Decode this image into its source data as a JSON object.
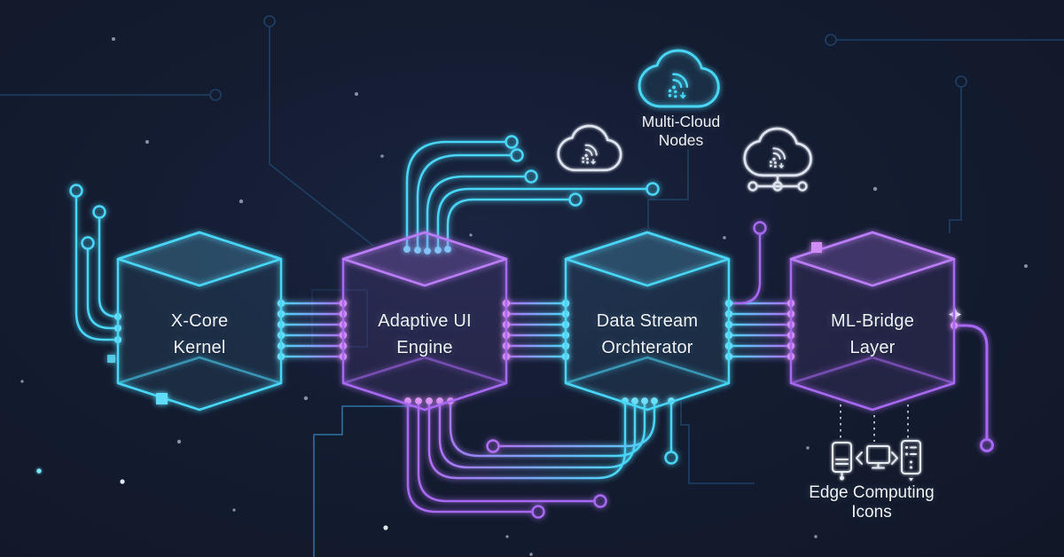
{
  "title": "Futuristic system architecture diagram",
  "colors": {
    "background": "#141c31",
    "cyan": "#49d6f6",
    "purple": "#a767f2",
    "pink": "#e08ff2",
    "white": "#e8edf3"
  },
  "nodes": [
    {
      "id": "x-core-kernel",
      "line1": "X-Core",
      "line2": "Kernel",
      "accent": "cyan"
    },
    {
      "id": "adaptive-ui-engine",
      "line1": "Adaptive UI",
      "line2": "Engine",
      "accent": "purple"
    },
    {
      "id": "data-stream-orchterator",
      "line1": "Data Stream",
      "line2": "Orchterator",
      "accent": "cyan"
    },
    {
      "id": "ml-bridge-layer",
      "line1": "ML-Bridge",
      "line2": "Layer",
      "accent": "purple"
    }
  ],
  "labels": {
    "multi_cloud": {
      "line1": "Multi-Cloud",
      "line2": "Nodes"
    },
    "edge_computing": {
      "line1": "Edge Computing",
      "line2": "Icons"
    }
  },
  "icons": [
    "cloud-wifi-icon-main",
    "cloud-wifi-icon-left",
    "cloud-wifi-icon-right",
    "network-tree-icon",
    "tablet-device-icon",
    "chevron-left-icon",
    "monitor-icon",
    "chevron-right-icon",
    "server-rack-icon"
  ]
}
